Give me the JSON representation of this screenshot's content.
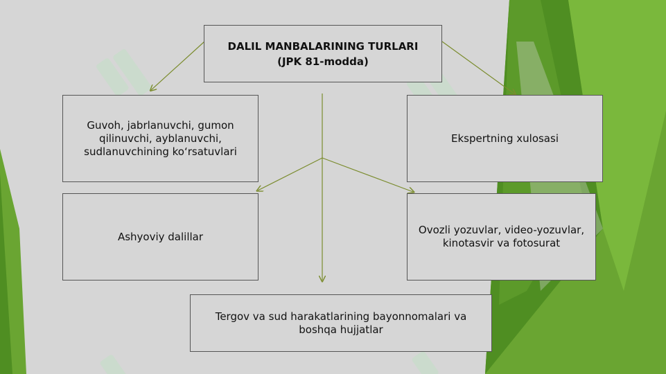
{
  "diagram": {
    "title_line1": "DALIL MANBALARINING TURLARI",
    "title_line2": "(JPK 81-modda)",
    "nodes": {
      "witness_testimony": "Guvoh, jabrlanuvchi, gumon qilinuvchi, ayblanuvchi, sudlanuvchining ko‘rsatuvlari",
      "expert_conclusion": "Ekspertning xulosasi",
      "physical_evidence": "Ashyoviy dalillar",
      "audio_video_records": "Ovozli yozuvlar, video-yozuvlar, kinotasvir va fotosurat",
      "protocols_documents": "Tergov va sud harakatlarining bayonnomalari va boshqa hujjatlar"
    }
  },
  "colors": {
    "background": "#d6d6d6",
    "accent_green": "#6aa532",
    "dark_green": "#3f7a1c",
    "connector": "#7b8c2e",
    "watermark": "#c9dccb"
  }
}
